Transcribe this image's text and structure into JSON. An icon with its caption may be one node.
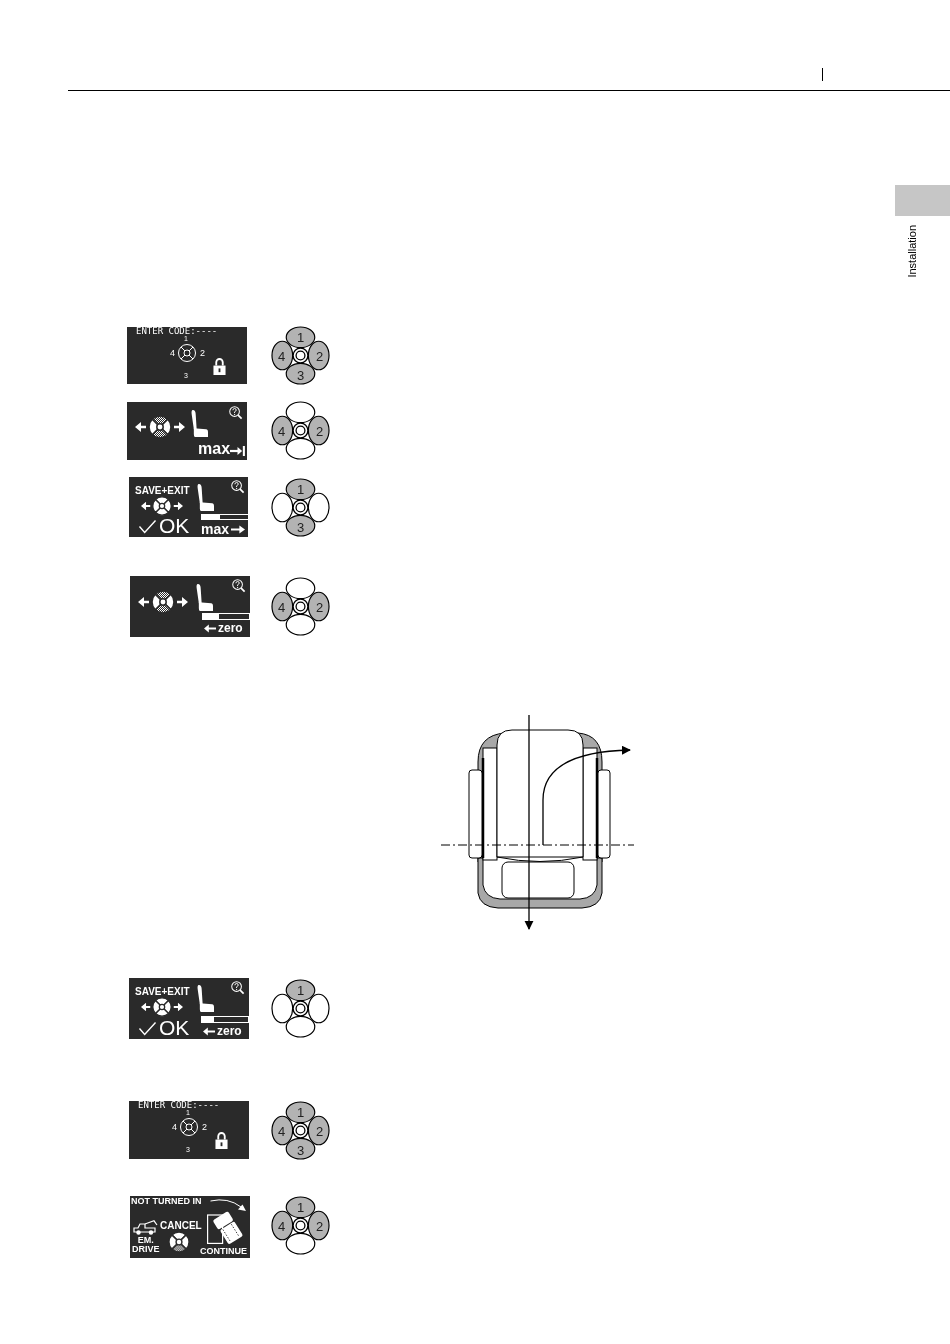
{
  "diagram": {
    "nodes": [
      {
        "text": [
          "ENTER CODE:----",
          "1",
          "4",
          "2",
          "3"
        ]
      },
      {
        "text": [
          "1",
          "4",
          "2",
          "3"
        ]
      },
      {
        "text": [
          "max"
        ]
      },
      {
        "text": [
          "4",
          "2"
        ]
      },
      {
        "text": [
          "SAVE+EXIT",
          "OK",
          "max"
        ]
      },
      {
        "text": [
          "1",
          "3"
        ]
      },
      {
        "text": [
          "zero"
        ]
      },
      {
        "text": [
          "4",
          "2"
        ]
      },
      {
        "text": [
          "SAVE+EXIT",
          "OK",
          "zero"
        ]
      },
      {
        "text": [
          "1"
        ]
      },
      {
        "text": [
          "ENTER CODE:----",
          "1",
          "4",
          "2",
          "3"
        ]
      },
      {
        "text": [
          "1",
          "4",
          "2",
          "3"
        ]
      },
      {
        "text": [
          "NOT TURNED IN",
          "CANCEL",
          "EM. DRIVE",
          "CONTINUE"
        ]
      },
      {
        "text": [
          "1",
          "4",
          "2"
        ]
      }
    ],
    "labels": [
      "Installation"
    ]
  }
}
